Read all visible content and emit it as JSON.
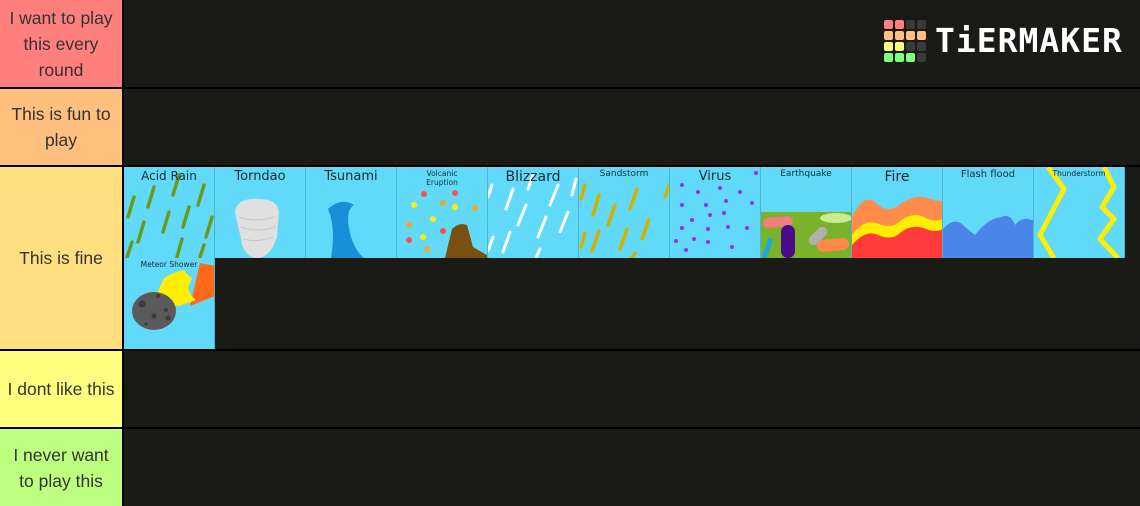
{
  "logo": {
    "text": "TiERMAKER",
    "grid_colors": [
      "#ff7f7f",
      "#ff7f7f",
      "#3a3a3a",
      "#3a3a3a",
      "#ffbf7f",
      "#ffbf7f",
      "#ffbf7f",
      "#ffbf7f",
      "#ffff7f",
      "#ffff7f",
      "#3a3a3a",
      "#3a3a3a",
      "#7fff7f",
      "#7fff7f",
      "#7fff7f",
      "#3a3a3a"
    ]
  },
  "tiers": [
    {
      "label": "I want to play this every round",
      "color": "#ff7f7f",
      "items": []
    },
    {
      "label": "This is fun to play",
      "color": "#ffbf7f",
      "items": []
    },
    {
      "label": "This is fine",
      "color": "#ffdf7f",
      "items": [
        "Acid Rain",
        "Torndao",
        "Tsunami",
        "Volcanic Eruption",
        "Blizzard",
        "Sandstorm",
        "Virus",
        "Earthquake",
        "Fire",
        "Flash flood",
        "Thunderstorm",
        "Meteor Shower"
      ]
    },
    {
      "label": "I dont like this",
      "color": "#ffff7f",
      "items": []
    },
    {
      "label": "I never want to play this",
      "color": "#bfff7f",
      "items": []
    }
  ],
  "tiles": {
    "acid_rain": "Acid Rain",
    "tornado": "Torndao",
    "tsunami": "Tsunami",
    "volcanic_line1": "Volcanic",
    "volcanic_line2": "Eruption",
    "blizzard": "Blizzard",
    "sandstorm": "Sandstorm",
    "virus": "Virus",
    "earthquake": "Earthquake",
    "fire": "Fire",
    "flash_flood": "Flash flood",
    "thunderstorm": "Thunderstorm",
    "meteor_shower": "Meteor Shower"
  }
}
